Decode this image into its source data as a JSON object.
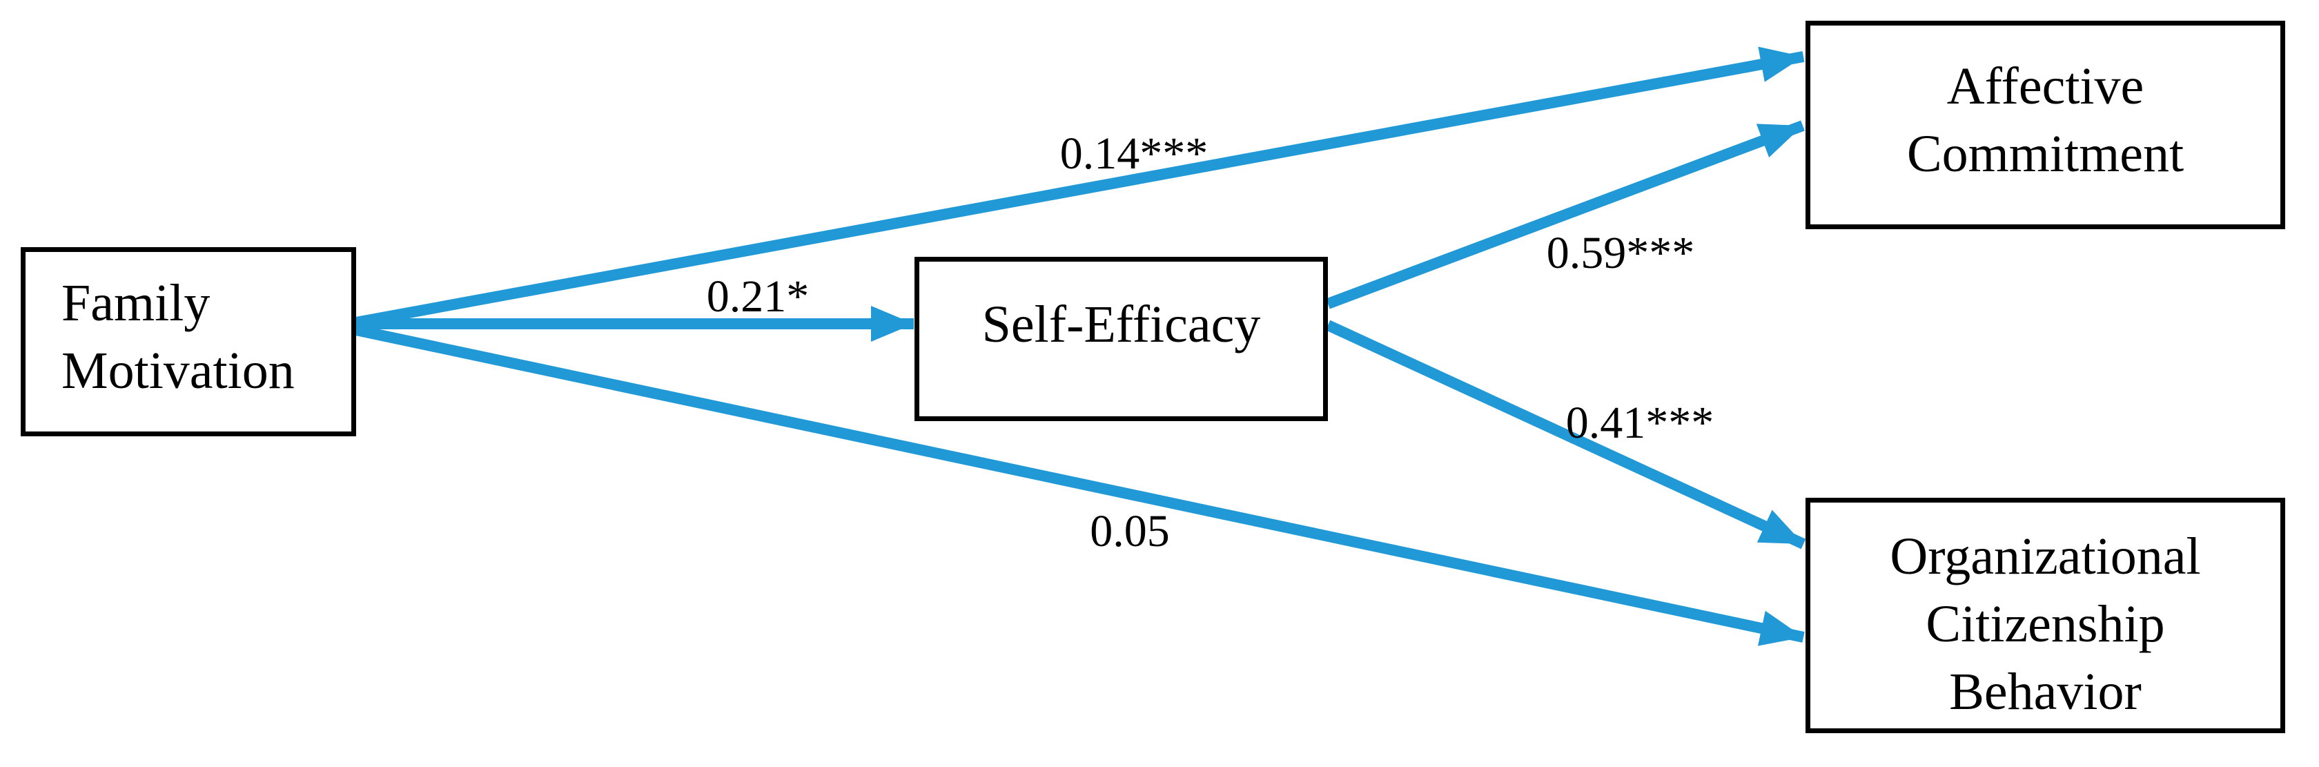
{
  "diagram": {
    "type": "structural-equation-path-model",
    "nodes": {
      "family_motivation": {
        "label": "Family Motivation",
        "lines": [
          "Family",
          "Motivation"
        ]
      },
      "self_efficacy": {
        "label": "Self-Efficacy",
        "lines": [
          "Self-Efficacy"
        ]
      },
      "affective_commitment": {
        "label": "Affective Commitment",
        "lines": [
          "Affective",
          "Commitment"
        ]
      },
      "organizational_citizenship_behavior": {
        "label": "Organizational Citizenship Behavior",
        "lines": [
          "Organizational",
          "Citizenship",
          "Behavior"
        ]
      }
    },
    "paths": [
      {
        "from": "Family Motivation",
        "to": "Affective Commitment",
        "coefficient": "0.14***"
      },
      {
        "from": "Family Motivation",
        "to": "Self-Efficacy",
        "coefficient": "0.21*"
      },
      {
        "from": "Family Motivation",
        "to": "Organizational Citizenship Behavior",
        "coefficient": "0.05"
      },
      {
        "from": "Self-Efficacy",
        "to": "Affective Commitment",
        "coefficient": "0.59***"
      },
      {
        "from": "Self-Efficacy",
        "to": "Organizational Citizenship Behavior",
        "coefficient": "0.41***"
      }
    ],
    "coefficients": {
      "fm_ac": "0.14***",
      "fm_se": "0.21*",
      "fm_ocb": "0.05",
      "se_ac": "0.59***",
      "se_ocb": "0.41***"
    },
    "colors": {
      "arrow": "#2199D6",
      "border": "#000000",
      "text": "#000000",
      "background": "#FFFFFF"
    }
  }
}
